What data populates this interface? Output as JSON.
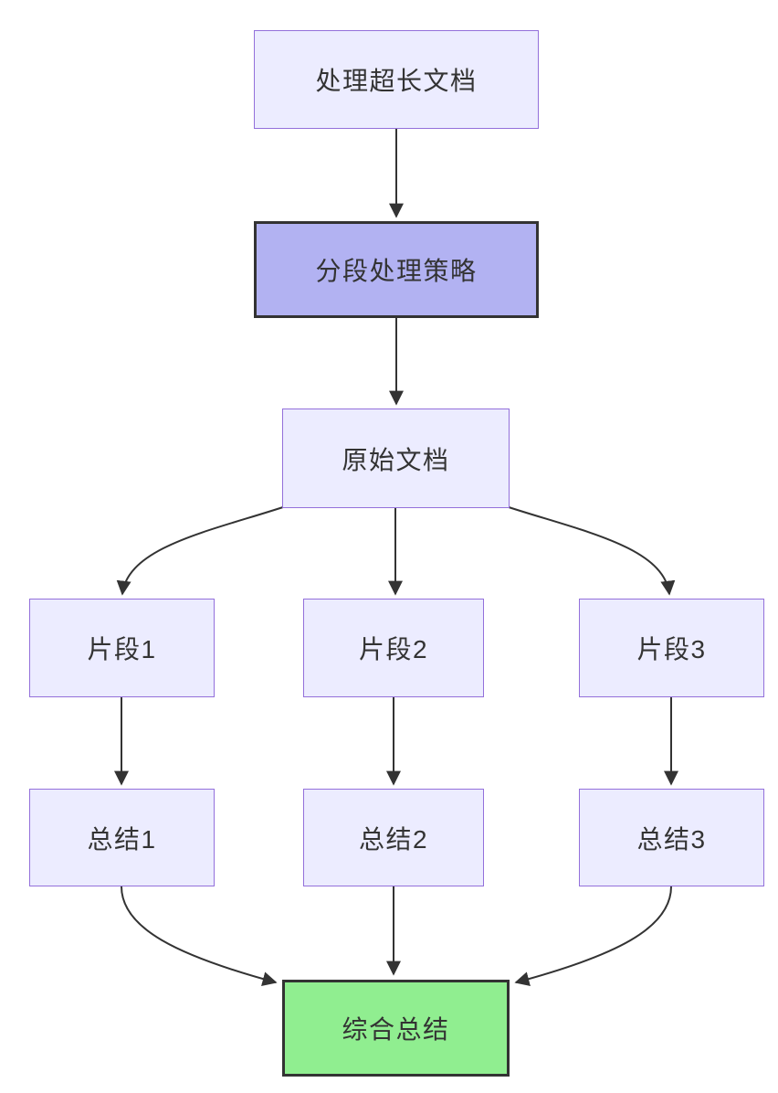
{
  "diagram": {
    "type": "flowchart",
    "direction": "top-down",
    "nodes": {
      "process": {
        "label": "处理超长文档",
        "style": "default"
      },
      "strategy": {
        "label": "分段处理策略",
        "style": "highlight-purple"
      },
      "original": {
        "label": "原始文档",
        "style": "default"
      },
      "frag1": {
        "label": "片段1",
        "style": "default"
      },
      "frag2": {
        "label": "片段2",
        "style": "default"
      },
      "frag3": {
        "label": "片段3",
        "style": "default"
      },
      "sum1": {
        "label": "总结1",
        "style": "default"
      },
      "sum2": {
        "label": "总结2",
        "style": "default"
      },
      "sum3": {
        "label": "总结3",
        "style": "default"
      },
      "final": {
        "label": "综合总结",
        "style": "highlight-green"
      }
    },
    "edges": [
      {
        "from": "process",
        "to": "strategy"
      },
      {
        "from": "strategy",
        "to": "original"
      },
      {
        "from": "original",
        "to": "frag1"
      },
      {
        "from": "original",
        "to": "frag2"
      },
      {
        "from": "original",
        "to": "frag3"
      },
      {
        "from": "frag1",
        "to": "sum1"
      },
      {
        "from": "frag2",
        "to": "sum2"
      },
      {
        "from": "frag3",
        "to": "sum3"
      },
      {
        "from": "sum1",
        "to": "final"
      },
      {
        "from": "sum2",
        "to": "final"
      },
      {
        "from": "sum3",
        "to": "final"
      }
    ],
    "colors": {
      "node_fill": "#ECECFF",
      "node_border": "#9370DB",
      "highlight_fill": "#B2B2F2",
      "highlight_border": "#333333",
      "final_fill": "#90EE90",
      "final_border": "#333333",
      "edge": "#333333",
      "text": "#333333",
      "background": "#FFFFFF"
    }
  }
}
